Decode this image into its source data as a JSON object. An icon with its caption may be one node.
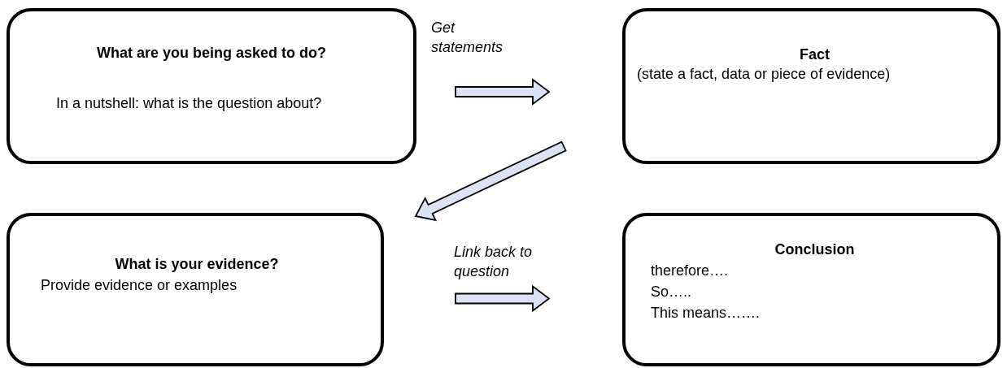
{
  "diagram": {
    "nodes": [
      {
        "text": [
          "What are you being asked to do?",
          "In a nutshell: what is the question about?"
        ]
      },
      {
        "text": [
          "Fact",
          "(state a fact, data or piece of evidence)"
        ]
      },
      {
        "text": [
          "What is your evidence?",
          "Provide evidence or examples"
        ]
      },
      {
        "text": [
          "Conclusion",
          "therefore….",
          "So…..",
          "This means……."
        ]
      }
    ],
    "edges": [
      {
        "from": 0,
        "to": 1,
        "arrow": "to",
        "label": "Get statements"
      },
      {
        "from": 1,
        "to": 2,
        "arrow": "to"
      },
      {
        "from": 2,
        "to": 3,
        "arrow": "to",
        "label": "Link back to question"
      }
    ]
  }
}
